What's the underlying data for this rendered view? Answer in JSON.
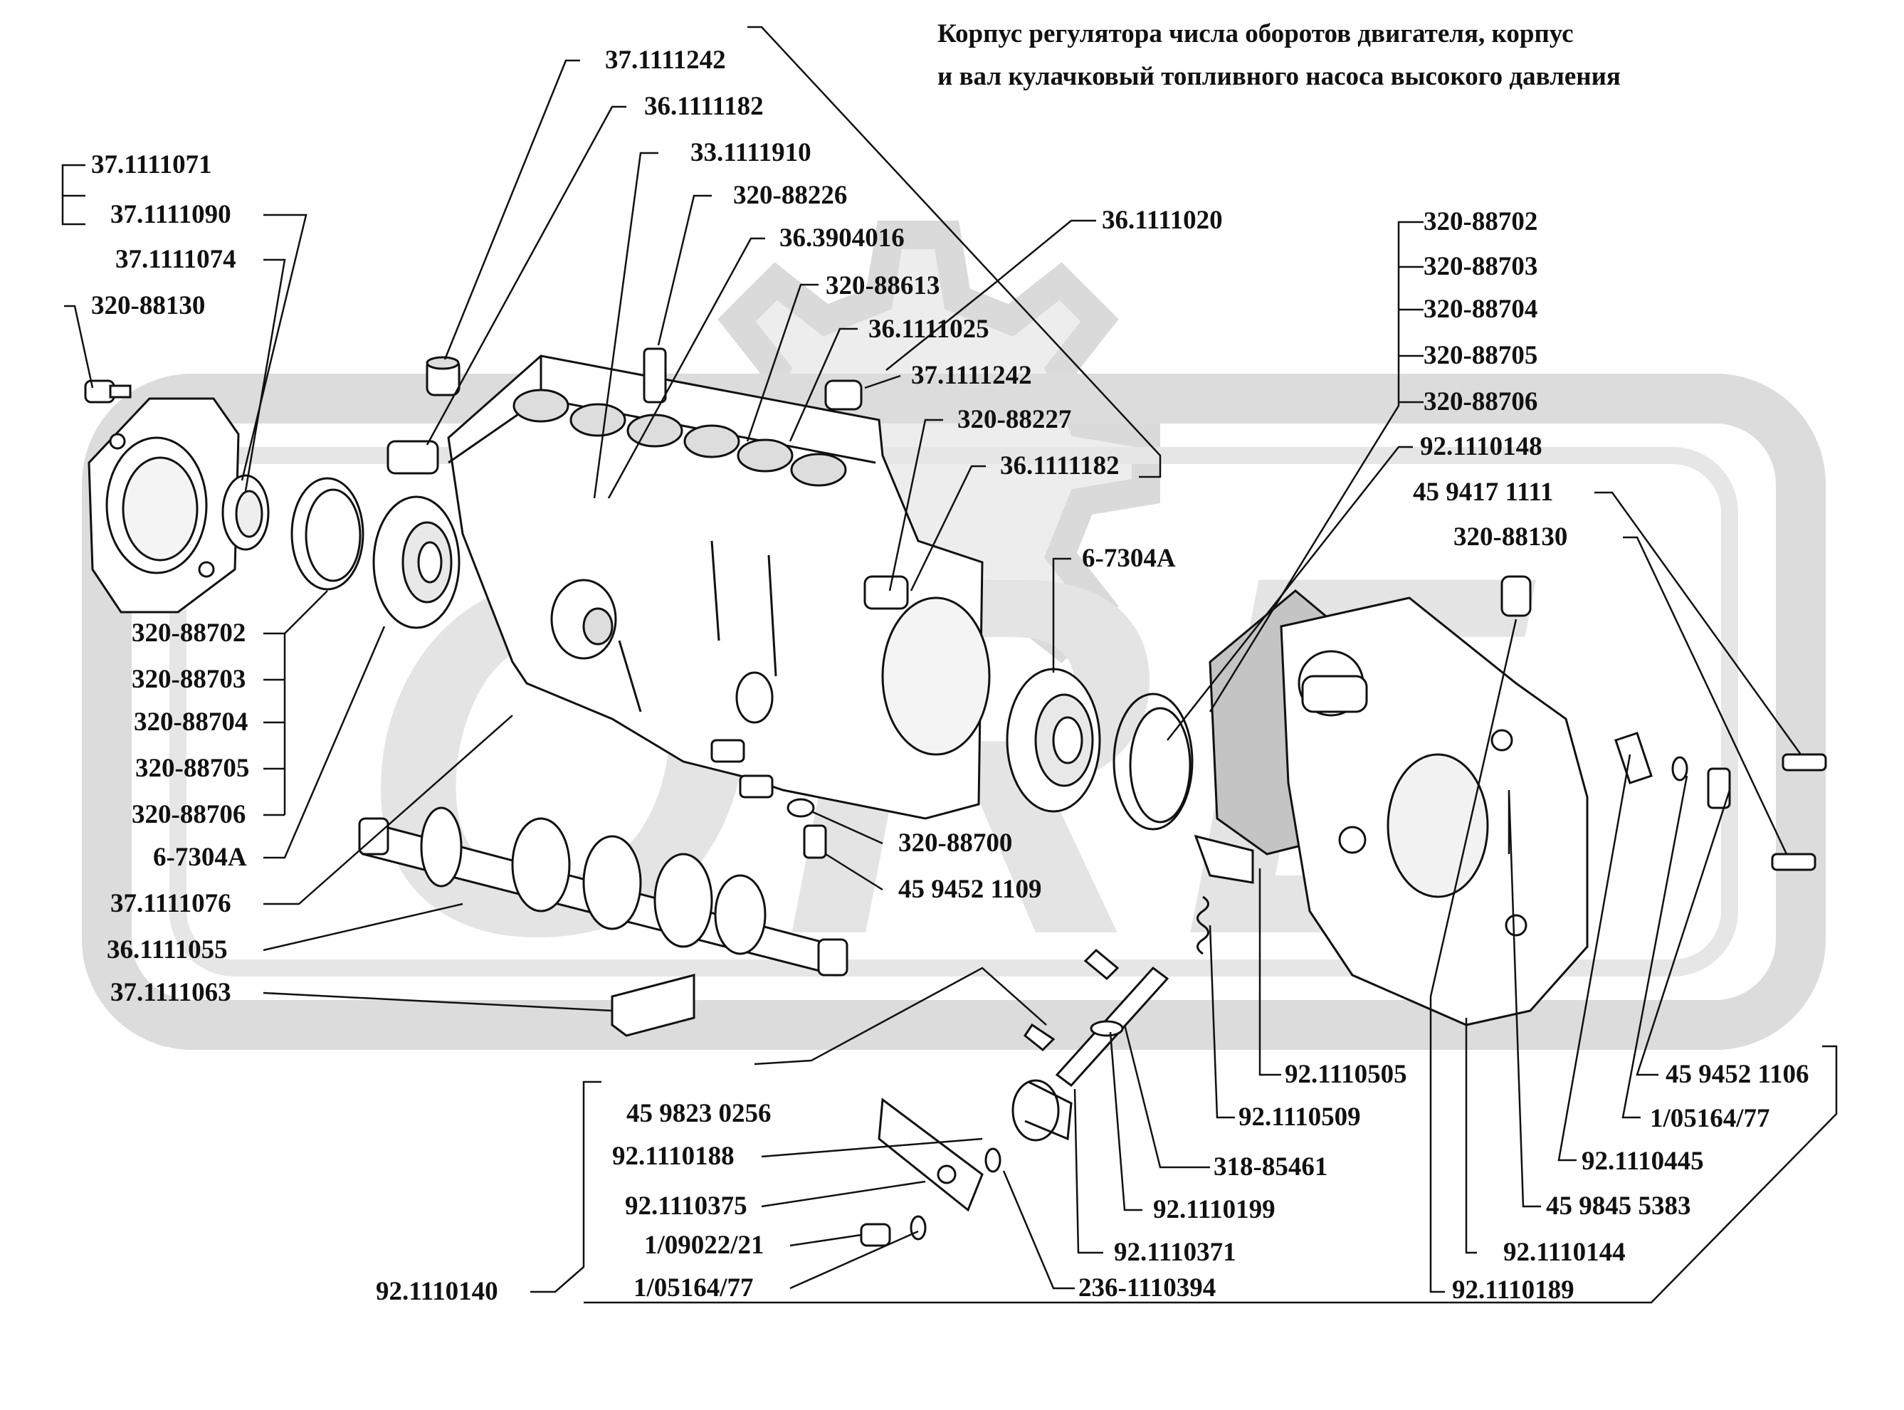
{
  "title": {
    "line1": "Корпус регулятора числа оборотов двигателя, корпус",
    "line2": "и вал кулачковый  топливного насоса высокого давления"
  },
  "watermark": {
    "text": "ORE"
  },
  "labels": {
    "l37_1111242_a": "37.1111242",
    "l36_1111182_a": "36.1111182",
    "l33_1111910": "33.1111910",
    "l320_88226": "320-88226",
    "l36_3904016": "36.3904016",
    "l320_88613": "320-88613",
    "l36_1111025": "36.1111025",
    "l37_1111242_b": "37.1111242",
    "l320_88227": "320-88227",
    "l36_1111182_b": "36.1111182",
    "l36_1111020": "36.1111020",
    "l6_7304A_mid": "6-7304A",
    "l37_1111071": "37.1111071",
    "l37_1111090": "37.1111090",
    "l37_1111074": "37.1111074",
    "l320_88130_a": "320-88130",
    "l320_88702_l": "320-88702",
    "l320_88703_l": "320-88703",
    "l320_88704_l": "320-88704",
    "l320_88705_l": "320-88705",
    "l320_88706_l": "320-88706",
    "l6_7304A_l": "6-7304A",
    "l37_1111076": "37.1111076",
    "l36_1111055": "36.1111055",
    "l37_1111063": "37.1111063",
    "l320_88700": "320-88700",
    "l45_9452_1109": "45 9452 1109",
    "l320_88702_r": "320-88702",
    "l320_88703_r": "320-88703",
    "l320_88704_r": "320-88704",
    "l320_88705_r": "320-88705",
    "l320_88706_r": "320-88706",
    "l92_1110148": "92.1110148",
    "l45_9417_1111": "45 9417 1111",
    "l320_88130_r": "320-88130",
    "l92_1110505": "92.1110505",
    "l92_1110509": "92.1110509",
    "l318_85461": "318-85461",
    "l92_1110199": "92.1110199",
    "l92_1110371": "92.1110371",
    "l236_1110394": "236-1110394",
    "l45_9823_0256": "45 9823 0256",
    "l92_1110188": "92.1110188",
    "l92_1110375": "92.1110375",
    "l1_09022_21": "1/09022/21",
    "l1_05164_77_b": "1/05164/77",
    "l92_1110140": "92.1110140",
    "l45_9452_1106": "45 9452 1106",
    "l1_05164_77_r": "1/05164/77",
    "l92_1110445": "92.1110445",
    "l45_9845_5383": "45 9845 5383",
    "l92_1110144": "92.1110144",
    "l92_1110189": "92.1110189"
  },
  "colors": {
    "ink": "#111111",
    "watermark": "#d4d4d4",
    "gasket": "#bdbdbd",
    "paper": "#ffffff"
  }
}
